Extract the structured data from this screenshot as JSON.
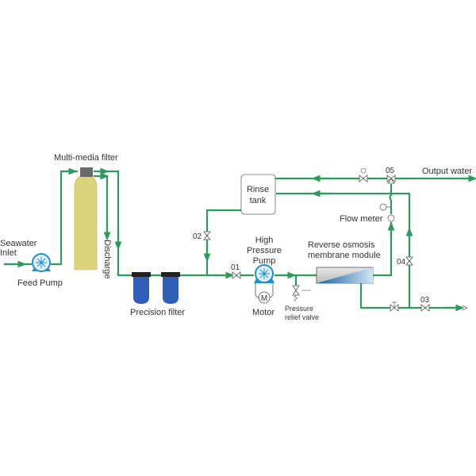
{
  "diagram": {
    "title": "Seawater reverse osmosis process flow",
    "colors": {
      "pipe": "#2e9a5e",
      "filter_body": "#dcd37a",
      "filter_head": "#6a6a6a",
      "precision_filter": "#2f5fb8",
      "pump": "#1f8fd0",
      "membrane_fill": "#2a86c8"
    },
    "labels": {
      "seawater_inlet_1": "Seawater",
      "seawater_inlet_2": "Inlet",
      "feed_pump": "Feed Pump",
      "multi_media_filter": "Multi-media filter",
      "discharge": "Discharge",
      "precision_filter": "Precision filter",
      "rinse_tank_1": "Rinse",
      "rinse_tank_2": "tank",
      "high_pressure_pump_1": "High",
      "high_pressure_pump_2": "Pressure",
      "high_pressure_pump_3": "Pump",
      "motor": "Motor",
      "motor_symbol": "M",
      "pressure_relief_1": "Pressure",
      "pressure_relief_2": "relief valve",
      "ro_module_1": "Reverse osmosis",
      "ro_module_2": "membrane module",
      "flow_meter": "Flow meter",
      "output_water": "Output water",
      "valve_01": "01",
      "valve_02": "02",
      "valve_03": "03",
      "valve_04": "04",
      "valve_05": "05"
    }
  }
}
